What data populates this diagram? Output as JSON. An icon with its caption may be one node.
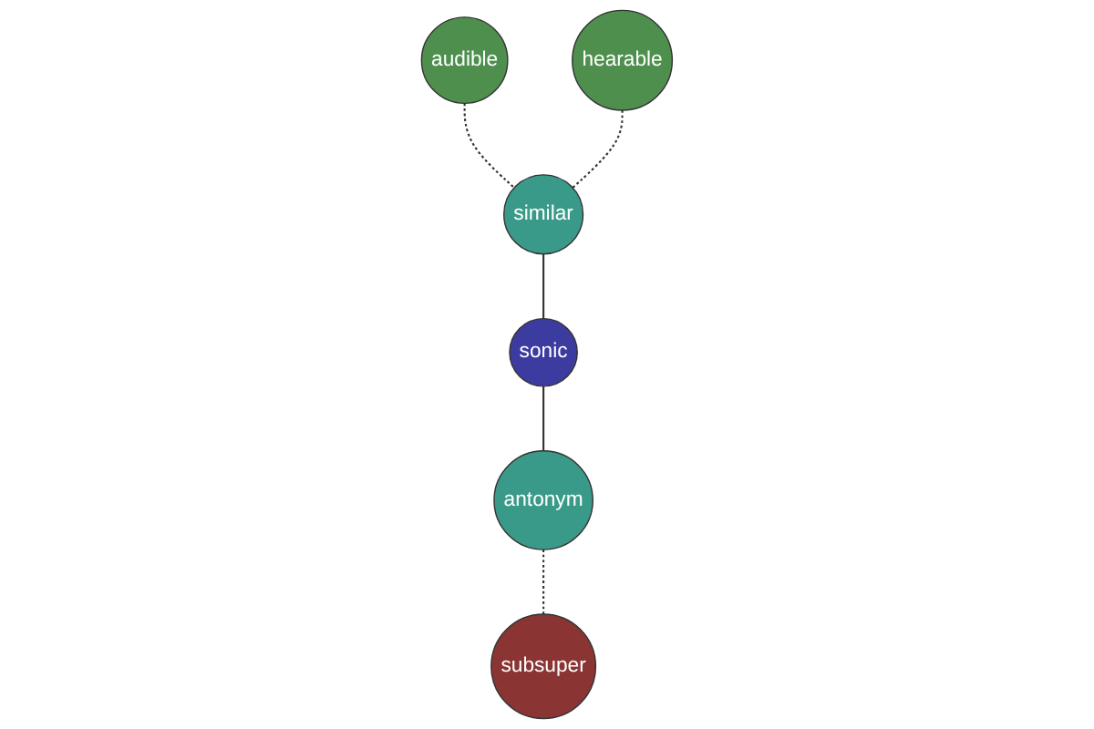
{
  "diagram": {
    "nodes": [
      {
        "text": [
          "audible"
        ]
      },
      {
        "text": [
          "hearable"
        ]
      },
      {
        "text": [
          "similar"
        ]
      },
      {
        "text": [
          "sonic"
        ]
      },
      {
        "text": [
          "antonym"
        ]
      },
      {
        "text": [
          "subsuper"
        ]
      }
    ],
    "edges": [
      {
        "from": 0,
        "to": 2,
        "arrow": "none",
        "style": "dashed"
      },
      {
        "from": 1,
        "to": 2,
        "arrow": "none",
        "style": "dashed"
      },
      {
        "from": 2,
        "to": 3,
        "arrow": "none"
      },
      {
        "from": 3,
        "to": 4,
        "arrow": "none"
      },
      {
        "from": 4,
        "to": 5,
        "arrow": "none",
        "style": "dashed"
      }
    ]
  }
}
